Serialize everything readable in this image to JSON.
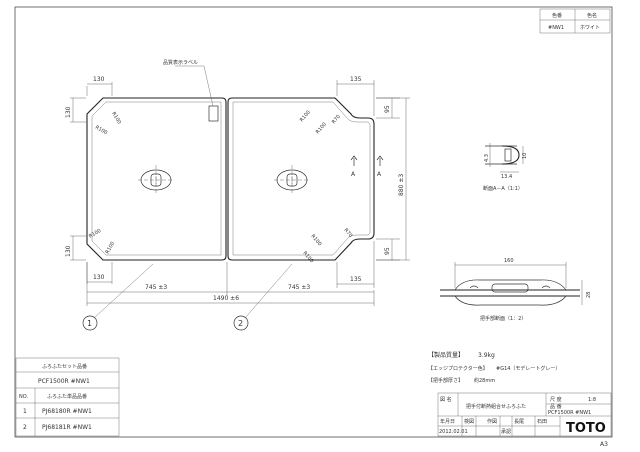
{
  "color_table": {
    "header_code": "色番",
    "header_name": "色名",
    "code": "#NW1",
    "name": "ホワイト"
  },
  "plan": {
    "label_tag": "品質表示ラベル",
    "dim_left_top": "130",
    "dim_left_top_v": "130",
    "dim_left_bottom": "130",
    "dim_left_bottom_v": "130",
    "dim_right_top": "135",
    "dim_right_top_v": "95",
    "dim_right_bottom": "135",
    "dim_right_bottom_v": "95",
    "dim_height": "880 ±3",
    "dim_half_1": "745 ±3",
    "dim_half_2": "745 ±3",
    "dim_total": "1490 ±6",
    "r100": "R100",
    "r70": "R70",
    "section_mark": "A",
    "balloon_1": "1",
    "balloon_2": "2"
  },
  "section_aa": {
    "title": "断面A－A（1:1）",
    "d1": "4.3",
    "d2": "10",
    "d3": "13.4"
  },
  "handle_section": {
    "title": "把手部断面（1：2）",
    "d1": "160",
    "d2": "28"
  },
  "notes": {
    "weight_label": "【製品質量】",
    "weight_value": "3.9kg",
    "edge_label": "【エッジプロテクター色】",
    "edge_value": "#G14（モデレートグレー）",
    "handle_label": "【把手部厚さ】",
    "handle_value": "約28mm"
  },
  "parts_table": {
    "title": "ふろふたセット品番",
    "set_number": "PCF1500R  #NW1",
    "col_no": "NO.",
    "col_name": "ふろふた単品品番",
    "rows": [
      {
        "no": "1",
        "part": "PJ68180R  #NW1"
      },
      {
        "no": "2",
        "part": "PJ68181R  #NW1"
      }
    ]
  },
  "title_block": {
    "zumei_label": "図 名",
    "zumei_value": "把手付断熱組合せふろふた",
    "scale_label": "尺 度",
    "scale_value": "1:8",
    "number_label": "品 番",
    "number_value": "PCF1500R  #NW1",
    "date_label": "年月日",
    "date_value": "2012.02.01",
    "check_label": "検図",
    "drawn_label": "作図",
    "approve_label": "承認",
    "role_1": "長尾",
    "role_2": "石田",
    "logo": "TOTO",
    "sheet_size": "A3"
  }
}
